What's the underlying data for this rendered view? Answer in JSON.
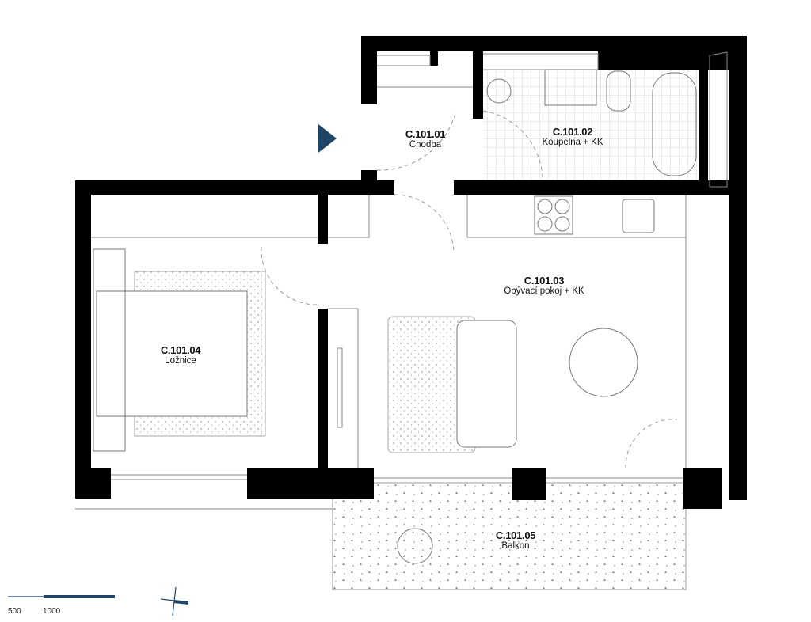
{
  "rooms": [
    {
      "code": "C.101.01",
      "name": "Chodba"
    },
    {
      "code": "C.101.02",
      "name": "Koupelna + KK"
    },
    {
      "code": "C.101.03",
      "name": "Obývací pokoj + KK"
    },
    {
      "code": "C.101.04",
      "name": "Ložnice"
    },
    {
      "code": "C.101.05",
      "name": "Balkon"
    }
  ],
  "scale": {
    "labels": [
      "500",
      "1000"
    ]
  },
  "colors": {
    "wall": "#000000",
    "accent": "#1e4566",
    "line": "#9a9a9a",
    "furniture": "#4a6d8c"
  },
  "icons": [
    "entrance-arrow-icon",
    "north-arrow-icon"
  ]
}
